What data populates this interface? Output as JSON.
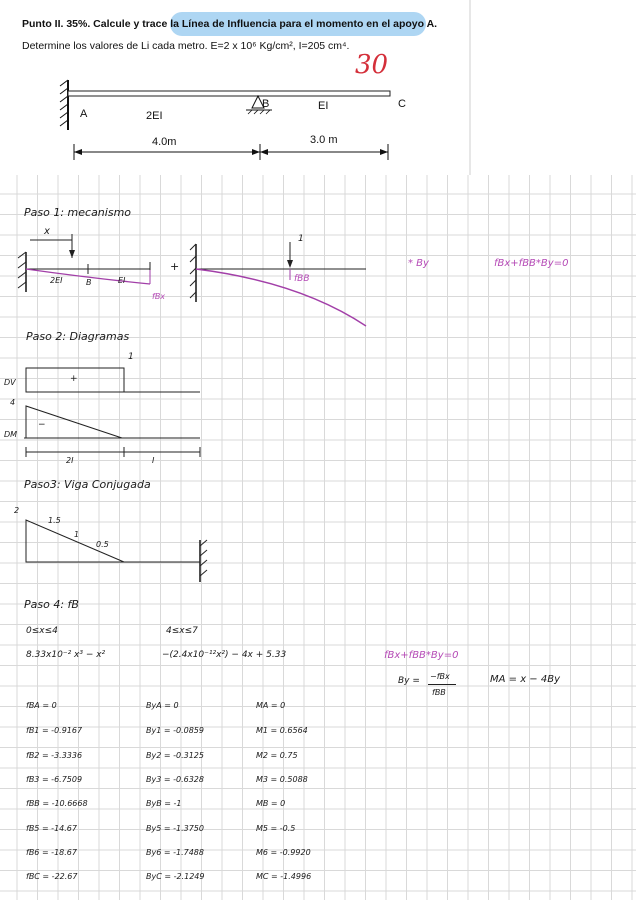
{
  "problem": {
    "line1": "Punto II. 35%. Calcule y trace la Línea de Influencia para el momento en el apoyo A.",
    "line2": "Determine los valores de Li cada metro.  E=2 x 10⁶ Kg/cm², I=205 cm⁴.",
    "grade": "30",
    "beam": {
      "label_a": "A",
      "label_b": "B",
      "label_c": "C",
      "ei_left": "2EI",
      "ei_right": "EI",
      "span_left": "4.0m",
      "span_right": "3.0 m"
    }
  },
  "paso1": {
    "title": "Paso 1: mecanismo",
    "x_label": "x",
    "ei_2": "2EI",
    "b_label": "B",
    "ei_1": "EI",
    "fbx": "fBx",
    "plus": "+",
    "one": "1",
    "fbb": "fBB",
    "times_by": "* By",
    "equation": "fBx+fBB*By=0"
  },
  "paso2": {
    "title": "Paso 2: Diagramas",
    "one": "1",
    "plus": "+",
    "minus": "−",
    "dv": "DV",
    "dm": "DM",
    "four": "4",
    "ei_2": "2I",
    "ei_1": "I"
  },
  "paso3": {
    "title": "Paso3: Viga Conjugada",
    "two": "2",
    "v15": "1.5",
    "v1": "1",
    "v05": "0.5"
  },
  "paso4": {
    "title": "Paso 4: fB",
    "range1": "0≤x≤4",
    "range2": "4≤x≤7",
    "expr1": "8.33x10⁻² x³ − x²",
    "expr2": "−(2.4x10⁻¹²x²) − 4x + 5.33",
    "eq_right": "fBx+fBB*By=0",
    "by_lhs": "By =",
    "by_num": "−fBx",
    "by_den": "fBB",
    "ma": "MA =  x − 4By",
    "f_col": [
      "fBA = 0",
      "fB1 = -0.9167",
      "fB2 = -3.3336",
      "fB3 = -6.7509",
      "fBB = -10.6668",
      "fB5 = -14.67",
      "fB6 = -18.67",
      "fBC = -22.67"
    ],
    "by_col": [
      "ByA = 0",
      "By1 = -0.0859",
      "By2 = -0.3125",
      "By3 = -0.6328",
      "ByB = -1",
      "By5 = -1.3750",
      "By6 = -1.7488",
      "ByC = -2.1249"
    ],
    "m_col": [
      "MA = 0",
      "M1 = 0.6564",
      "M2 = 0.75",
      "M3 = 0.5088",
      "MB = 0",
      "M5 = -0.5",
      "M6 = -0.9920",
      "MC = -1.4996"
    ]
  }
}
